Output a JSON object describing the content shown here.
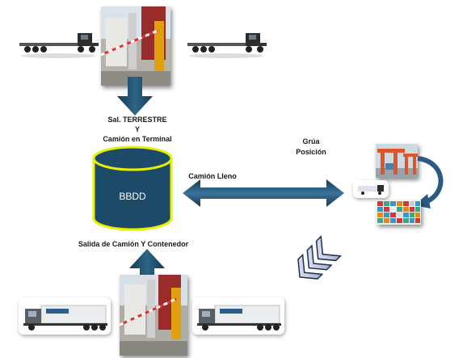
{
  "labels": {
    "entry_line1": "Sal. TERRESTRE",
    "entry_line2": "Y",
    "entry_line3": "Camión en Terminal",
    "crane_line1": "Grúa",
    "crane_line2": "Posición",
    "full_truck": "Camión Lleno",
    "exit": "Salida de Camión Y Contenedor"
  },
  "database": {
    "label": "BBDD"
  },
  "colors": {
    "arrow": "#1f4e6e",
    "db_fill": "#1e4a6a",
    "db_border": "#e8f000",
    "chevron": "#c5cfe2",
    "crane": "#d9572a"
  }
}
